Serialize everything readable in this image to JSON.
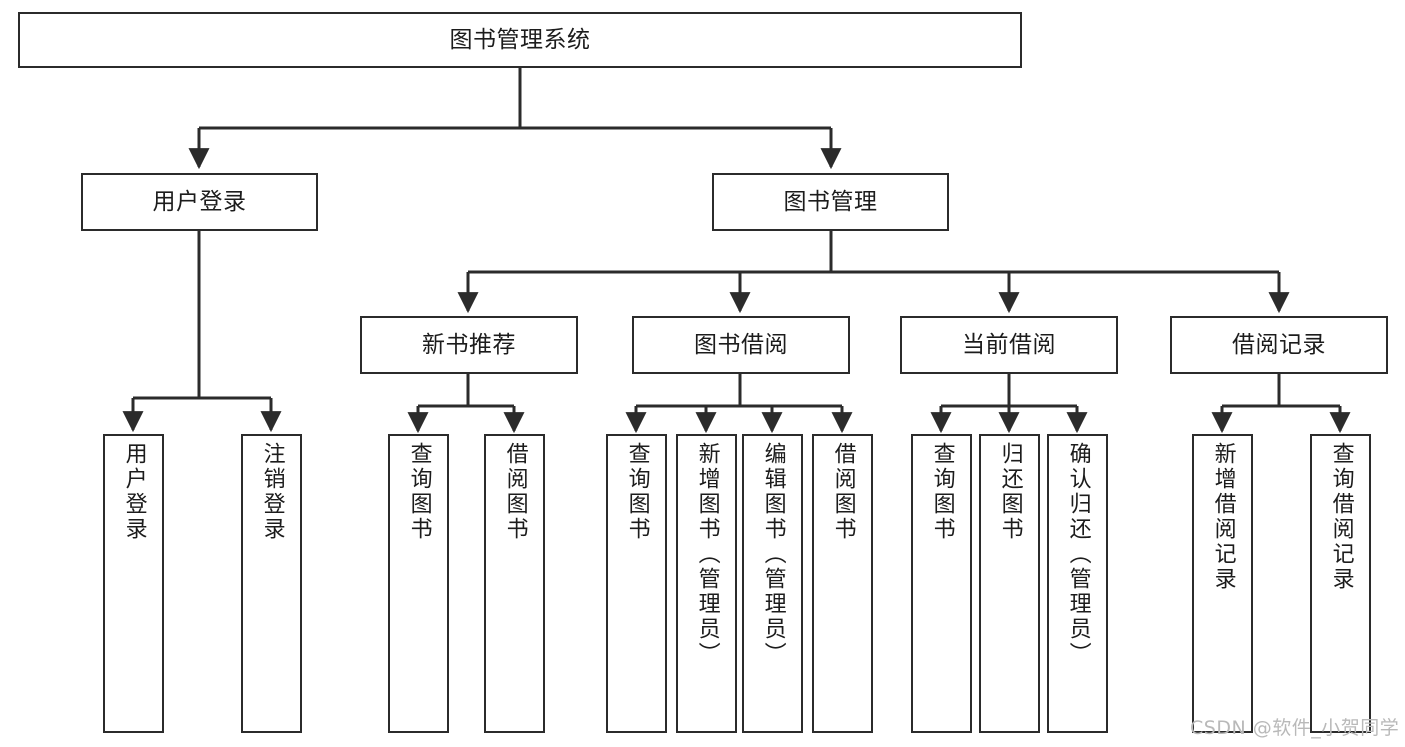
{
  "diagram": {
    "title": "图书管理系统",
    "type": "tree-hierarchy-chart",
    "stroke_color": "#2b2b2b",
    "fill_color": "#ffffff",
    "text_color": "#1c1c1c"
  },
  "nodes": {
    "root": {
      "label": "图书管理系统"
    },
    "level2": [
      {
        "id": "user-login",
        "label": "用户登录"
      },
      {
        "id": "book-management",
        "label": "图书管理"
      }
    ],
    "level3": [
      {
        "id": "new-book-recommend",
        "label": "新书推荐"
      },
      {
        "id": "book-borrow",
        "label": "图书借阅"
      },
      {
        "id": "current-borrow",
        "label": "当前借阅"
      },
      {
        "id": "borrow-record",
        "label": "借阅记录"
      }
    ],
    "leaves": {
      "user_login": [
        {
          "id": "leaf-user-login",
          "label": "用户登录"
        },
        {
          "id": "leaf-logout-login",
          "label": "注销登录"
        }
      ],
      "new_book_recommend": [
        {
          "id": "leaf-query-book-1",
          "label": "查询图书"
        },
        {
          "id": "leaf-borrow-book-1",
          "label": "借阅图书"
        }
      ],
      "book_borrow": [
        {
          "id": "leaf-query-book-2",
          "label": "查询图书"
        },
        {
          "id": "leaf-add-book",
          "label": "新增图书（管理员）"
        },
        {
          "id": "leaf-edit-book",
          "label": "编辑图书（管理员）"
        },
        {
          "id": "leaf-borrow-book-2",
          "label": "借阅图书"
        }
      ],
      "current_borrow": [
        {
          "id": "leaf-query-book-3",
          "label": "查询图书"
        },
        {
          "id": "leaf-return-book",
          "label": "归还图书"
        },
        {
          "id": "leaf-confirm-return",
          "label": "确认归还（管理员）"
        }
      ],
      "borrow_record": [
        {
          "id": "leaf-add-record",
          "label": "新增借阅记录"
        },
        {
          "id": "leaf-query-record",
          "label": "查询借阅记录"
        }
      ]
    }
  },
  "watermark": {
    "text": "CSDN @软件_小贺同学"
  }
}
